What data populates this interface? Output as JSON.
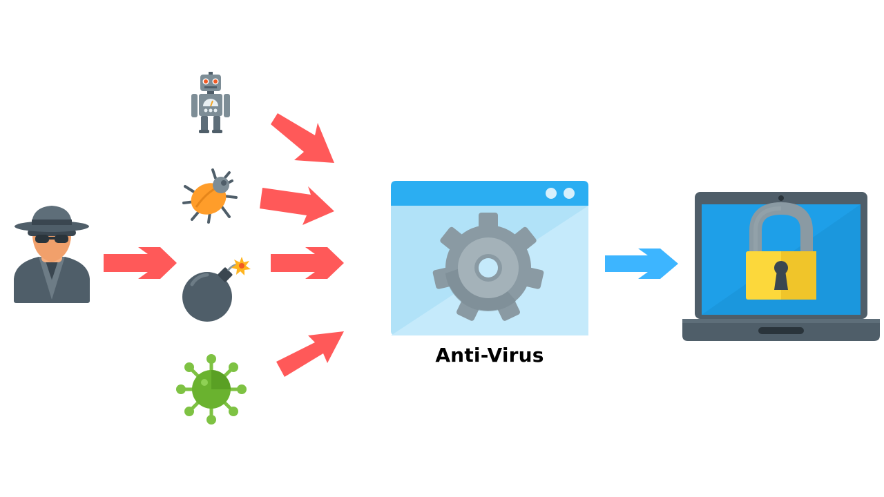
{
  "diagram": {
    "center_label": "Anti-Virus",
    "nodes": [
      {
        "id": "hacker",
        "icon": "spy-hacker-icon"
      },
      {
        "id": "robot",
        "icon": "robot-icon"
      },
      {
        "id": "bug",
        "icon": "bug-icon"
      },
      {
        "id": "bomb",
        "icon": "bomb-icon"
      },
      {
        "id": "virus",
        "icon": "virus-icon"
      },
      {
        "id": "antivirus",
        "icon": "gear-window-icon"
      },
      {
        "id": "laptop",
        "icon": "laptop-lock-icon"
      }
    ],
    "colors": {
      "threat_arrow": "#ff5959",
      "safe_arrow": "#3db5ff",
      "window_header": "#2baef2",
      "window_body": "#b1e2f8",
      "gear": "#8a9aa3",
      "laptop_screen": "#1e9fe8",
      "lock": "#fcd83b"
    }
  }
}
